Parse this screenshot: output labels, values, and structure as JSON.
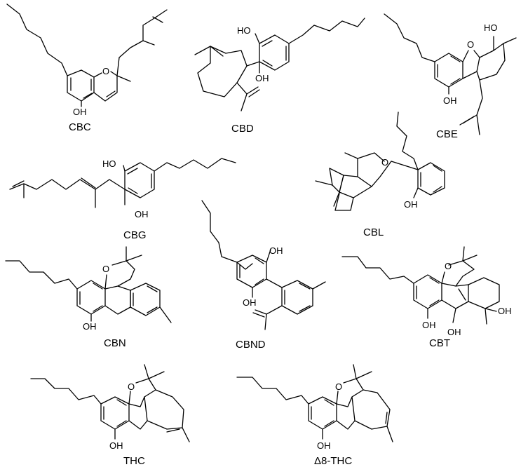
{
  "compounds": [
    {
      "name": "CBC",
      "atoms": [
        "O",
        "OH"
      ]
    },
    {
      "name": "CBD",
      "atoms": [
        "HO",
        "OH"
      ]
    },
    {
      "name": "CBE",
      "atoms": [
        "O",
        "HO",
        "OH"
      ]
    },
    {
      "name": "CBG",
      "atoms": [
        "HO",
        "OH"
      ]
    },
    {
      "name": "CBL",
      "atoms": [
        "O",
        "OH"
      ]
    },
    {
      "name": "CBN",
      "atoms": [
        "O",
        "OH"
      ]
    },
    {
      "name": "CBND",
      "atoms": [
        "OH",
        "OH"
      ]
    },
    {
      "name": "CBT",
      "atoms": [
        "O",
        "OH",
        "OH",
        "OH"
      ]
    },
    {
      "name": "THC",
      "atoms": [
        "O",
        "OH"
      ]
    },
    {
      "name": "Δ8-THC",
      "atoms": [
        "O",
        "OH"
      ]
    }
  ]
}
